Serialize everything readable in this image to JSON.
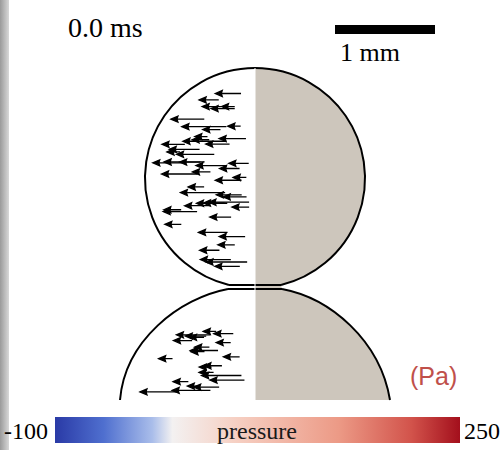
{
  "diagram": {
    "labels": [
      "0.0 ms",
      "1 mm",
      "(Pa)",
      "-100",
      "pressure",
      "250"
    ]
  }
}
